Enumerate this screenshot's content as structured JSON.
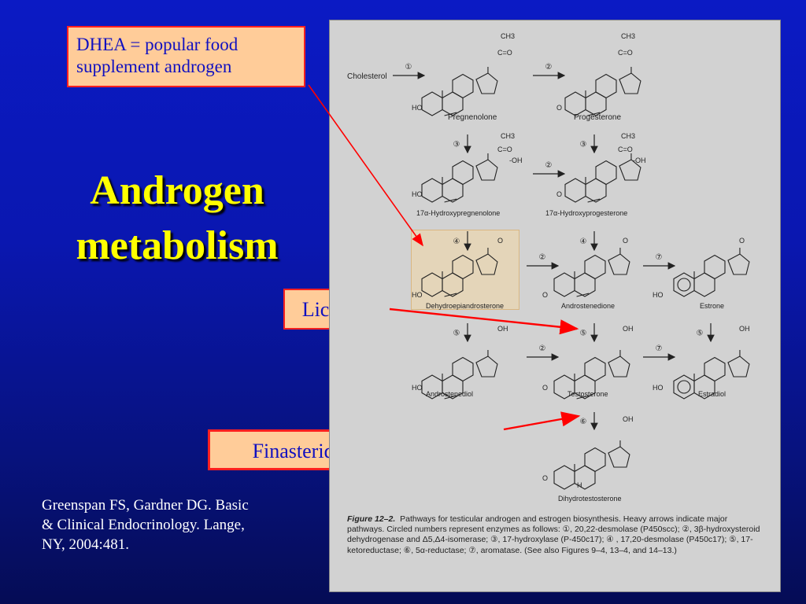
{
  "slide": {
    "title_line1": "Androgen",
    "title_line2": "metabolism",
    "callout_dhea": [
      "DHEA = popular food",
      "supplement androgen"
    ],
    "callout_licorice": "Licorice",
    "callout_finasteride": "Finasteride & dutasteride",
    "citation": [
      "Greenspan FS, Gardner DG.  Basic",
      "& Clinical Endocrinology. Lange,",
      "NY, 2004:481."
    ],
    "colors": {
      "title": "#ffff00",
      "callout_fill": "#ffcc99",
      "callout_border": "#ff2020",
      "callout_text": "#1010c0",
      "arrow": "#ff0000"
    }
  },
  "figure": {
    "compounds": {
      "cholesterol": "Cholesterol",
      "pregnenolone": "Pregnenolone",
      "progesterone": "Progesterone",
      "hydroxypregnenolone": "17α-Hydroxypregnenolone",
      "hydroxyprogesterone": "17α-Hydroxyprogesterone",
      "dhea": "Dehydroepiandrosterone",
      "androstenedione": "Androstenedione",
      "estrone": "Estrone",
      "androstenediol": "Androstenediol",
      "testosterone": "Testosterone",
      "estradiol": "Estradiol",
      "dht": "Dihydrotestosterone"
    },
    "groups": {
      "ch3": "CH3",
      "co": "C=O",
      "oh": "OH",
      "ho": "HO",
      "o": "O",
      "h": "H",
      "oh_side": "-OH"
    },
    "steps": [
      "①",
      "②",
      "③",
      "④",
      "⑤",
      "⑥",
      "⑦"
    ],
    "caption_label": "Figure 12–2.",
    "caption_text": "Pathways for testicular androgen and estrogen biosynthesis. Heavy arrows indicate major pathways. Circled numbers represent enzymes as follows: ①, 20,22-desmolase (P450scc); ②, 3β-hydroxysteroid dehydrogenase and Δ5,Δ4-isomerase; ③, 17-hydroxylase (P-450c17); ④ , 17,20-desmolase (P450c17); ⑤, 17-ketoreductase; ⑥, 5α-reductase; ⑦, aromatase. (See also Figures 9–4, 13–4, and 14–13.)"
  }
}
